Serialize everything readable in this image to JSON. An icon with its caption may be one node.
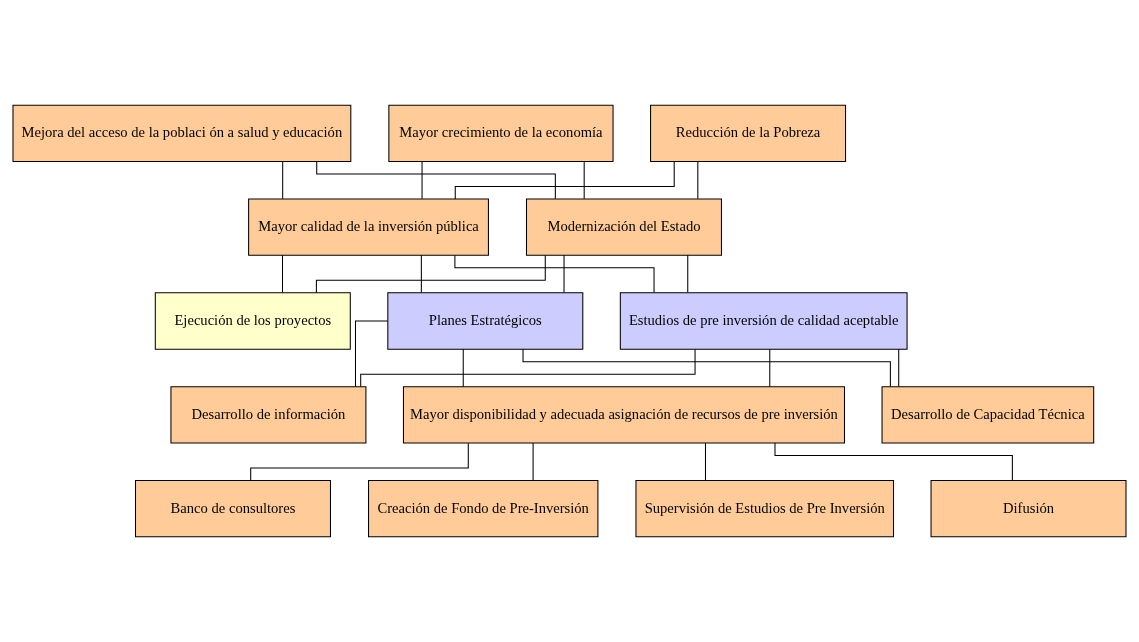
{
  "diagram": {
    "nodes": [
      {
        "text": [
          "Mejora del acceso de la poblaci ón a salud y educación"
        ]
      },
      {
        "text": [
          "Mayor crecimiento de la economía"
        ]
      },
      {
        "text": [
          "Reducción de la Pobreza"
        ]
      },
      {
        "text": [
          "Mayor calidad de la inversión pública"
        ]
      },
      {
        "text": [
          "Modernización del Estado"
        ]
      },
      {
        "text": [
          "Ejecución de los proyectos"
        ]
      },
      {
        "text": [
          "Estudios de pre inversión de calidad aceptable"
        ]
      },
      {
        "text": [
          "Planes Estratégicos"
        ]
      },
      {
        "text": [
          "Desarrollo de información"
        ]
      },
      {
        "text": [
          "Mayor disponibilidad y adecuada asignación de recursos de pre inversión"
        ]
      },
      {
        "text": [
          "Desarrollo de Capacidad Técnica"
        ]
      },
      {
        "text": [
          "Banco de consultores"
        ]
      },
      {
        "text": [
          "Creación de Fondo de Pre-Inversión"
        ]
      },
      {
        "text": [
          "Supervisión de Estudios de Pre Inversión"
        ]
      },
      {
        "text": [
          "Difusión"
        ]
      }
    ],
    "edges": [
      {
        "from": 0,
        "to": 3,
        "arrow": "none"
      },
      {
        "from": 0,
        "to": 4,
        "arrow": "none"
      },
      {
        "from": 1,
        "to": 3,
        "arrow": "none"
      },
      {
        "from": 1,
        "to": 4,
        "arrow": "none"
      },
      {
        "from": 2,
        "to": 3,
        "arrow": "none"
      },
      {
        "from": 2,
        "to": 4,
        "arrow": "none"
      },
      {
        "from": 3,
        "to": 5,
        "arrow": "none"
      },
      {
        "from": 3,
        "to": 6,
        "arrow": "none"
      },
      {
        "from": 3,
        "to": 7,
        "arrow": "none"
      },
      {
        "from": 4,
        "to": 5,
        "arrow": "none"
      },
      {
        "from": 4,
        "to": 6,
        "arrow": "none"
      },
      {
        "from": 4,
        "to": 7,
        "arrow": "none"
      },
      {
        "from": 6,
        "to": 8,
        "arrow": "none"
      },
      {
        "from": 6,
        "to": 9,
        "arrow": "none"
      },
      {
        "from": 6,
        "to": 10,
        "arrow": "none"
      },
      {
        "from": 7,
        "to": 8,
        "arrow": "none"
      },
      {
        "from": 7,
        "to": 9,
        "arrow": "none"
      },
      {
        "from": 7,
        "to": 10,
        "arrow": "none"
      },
      {
        "from": 9,
        "to": 11,
        "arrow": "none"
      },
      {
        "from": 9,
        "to": 12,
        "arrow": "none"
      },
      {
        "from": 9,
        "to": 13,
        "arrow": "none"
      },
      {
        "from": 9,
        "to": 14,
        "arrow": "none"
      }
    ]
  }
}
